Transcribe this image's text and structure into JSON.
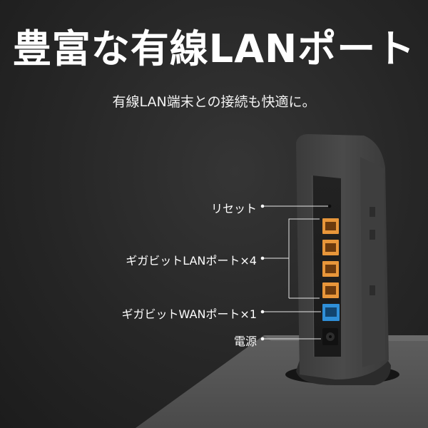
{
  "heading": "豊富な有線LANポート",
  "subheading": "有線LAN端末との接続も快適に。",
  "callouts": {
    "reset": "リセット",
    "lan_ports": "ギガビットLANポート×4",
    "wan_port": "ギガビットWANポート×1",
    "power": "電源"
  },
  "colors": {
    "lan_port": "#e8963a",
    "wan_port": "#2f8fd8",
    "background": "#2a2a2a"
  }
}
